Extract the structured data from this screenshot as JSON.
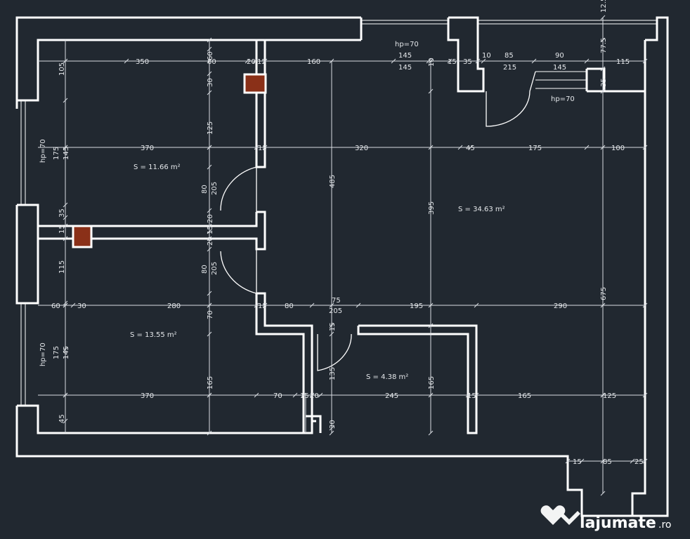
{
  "rooms": [
    {
      "area": "S = 11.66 m²"
    },
    {
      "area": "S = 13.55 m²"
    },
    {
      "area": "S = 34.63 m²"
    },
    {
      "area": "S = 4.38 m²"
    }
  ],
  "dimensions": {
    "top_row": [
      "350",
      "60",
      "20",
      "15",
      "160",
      "145",
      "145",
      "15",
      "35",
      "10",
      "85",
      "215",
      "90",
      "145",
      "115"
    ],
    "window_heights": [
      "hp=70",
      "hp=70",
      "hp=70",
      "hp=70"
    ],
    "corner_top": "12.5",
    "right_top": "77.5",
    "right_35": "35",
    "upper_row": [
      "370",
      "15",
      "320",
      "45",
      "175",
      "100"
    ],
    "middle_row": [
      "60",
      "30",
      "280",
      "15",
      "80",
      "75",
      "205",
      "195",
      "290"
    ],
    "lower_row": [
      "370",
      "70",
      "15",
      "20",
      "245",
      "15",
      "165",
      "125"
    ],
    "bottom_row": [
      "15",
      "85",
      "25"
    ],
    "left_column": [
      "105",
      "175",
      "145",
      "35",
      "15",
      "115",
      "175",
      "145",
      "45"
    ],
    "mid_column": [
      "60",
      "30",
      "125",
      "80",
      "205",
      "20",
      "15",
      "20",
      "80",
      "205",
      "70",
      "165"
    ],
    "center_column": [
      "485",
      "10"
    ],
    "col_395": "395",
    "col_675": "675",
    "bath_column": [
      "15",
      "135",
      "30"
    ],
    "bath_165": "165"
  },
  "watermark": {
    "brand": "lajumate",
    "tld": ".ro"
  }
}
